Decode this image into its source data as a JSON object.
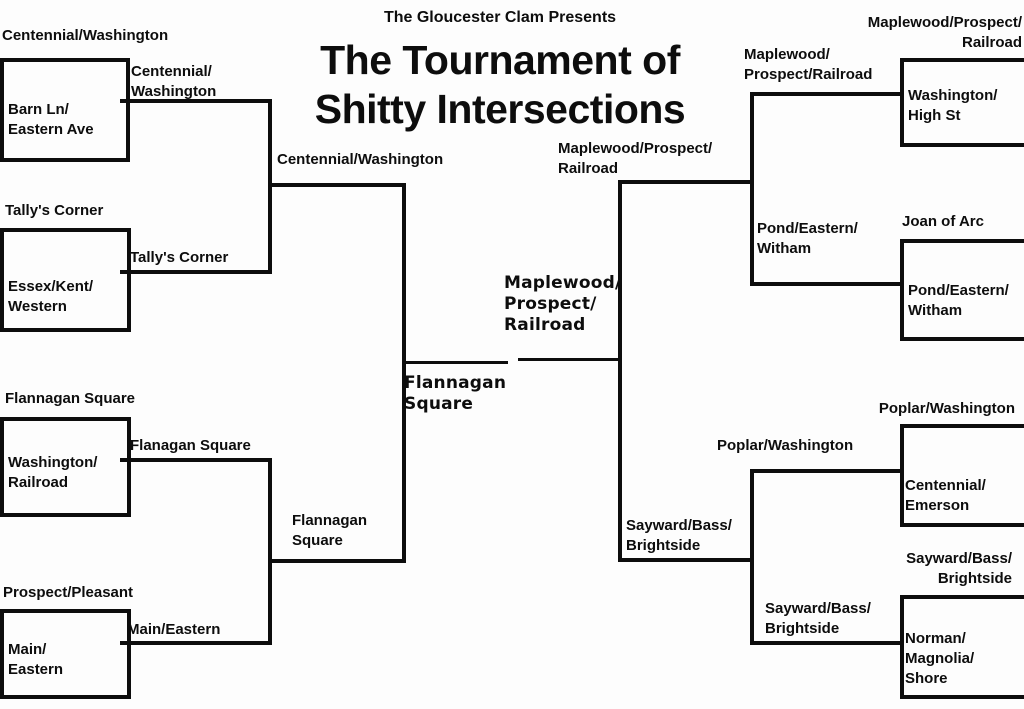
{
  "presenter": "The Gloucester Clam Presents",
  "title": {
    "line1": "The Tournament of",
    "line2": "Shitty Intersections"
  },
  "colors": {
    "line": "#0d0d0d",
    "text": "#0d0d0d",
    "background": "#fdfdfd"
  },
  "left_bracket": {
    "top_half": {
      "match1": {
        "top_seed": "Centennial/Washington",
        "bottom_seed": "Barn Ln/\nEastern Ave",
        "winner": "Centennial/\nWashington"
      },
      "match2": {
        "top_seed": "Tally's Corner",
        "bottom_seed": "Essex/Kent/\nWestern",
        "winner": "Tally's Corner"
      },
      "semifinalist": "Centennial/Washington"
    },
    "bottom_half": {
      "match3": {
        "top_seed": "Flannagan Square",
        "bottom_seed": "Washington/\nRailroad",
        "winner": "Flanagan Square"
      },
      "match4": {
        "top_seed": "Prospect/Pleasant",
        "bottom_seed": "Main/\nEastern",
        "winner": "Main/Eastern"
      },
      "semifinalist": "Flannagan\nSquare"
    },
    "finalist": "Flannagan\nSquare"
  },
  "right_bracket": {
    "top_half": {
      "match1": {
        "top_seed": "Maplewood/Prospect/\nRailroad",
        "bottom_seed": "Washington/\nHigh St",
        "winner": "Maplewood/\nProspect/Railroad"
      },
      "match2": {
        "top_seed": "Joan of Arc",
        "bottom_seed": "Pond/Eastern/\nWitham",
        "winner": "Pond/Eastern/\nWitham"
      },
      "semifinalist": "Maplewood/Prospect/\nRailroad"
    },
    "bottom_half": {
      "match3": {
        "top_seed": "Poplar/Washington",
        "bottom_seed": "Centennial/\nEmerson",
        "winner": "Poplar/Washington"
      },
      "match4": {
        "top_seed": "Sayward/Bass/\nBrightside",
        "bottom_seed": "Norman/\nMagnolia/\nShore",
        "winner": "Sayward/Bass/\nBrightside"
      },
      "semifinalist": "Sayward/Bass/\nBrightside"
    },
    "finalist": "Maplewood/\nProspect/\nRailroad"
  }
}
